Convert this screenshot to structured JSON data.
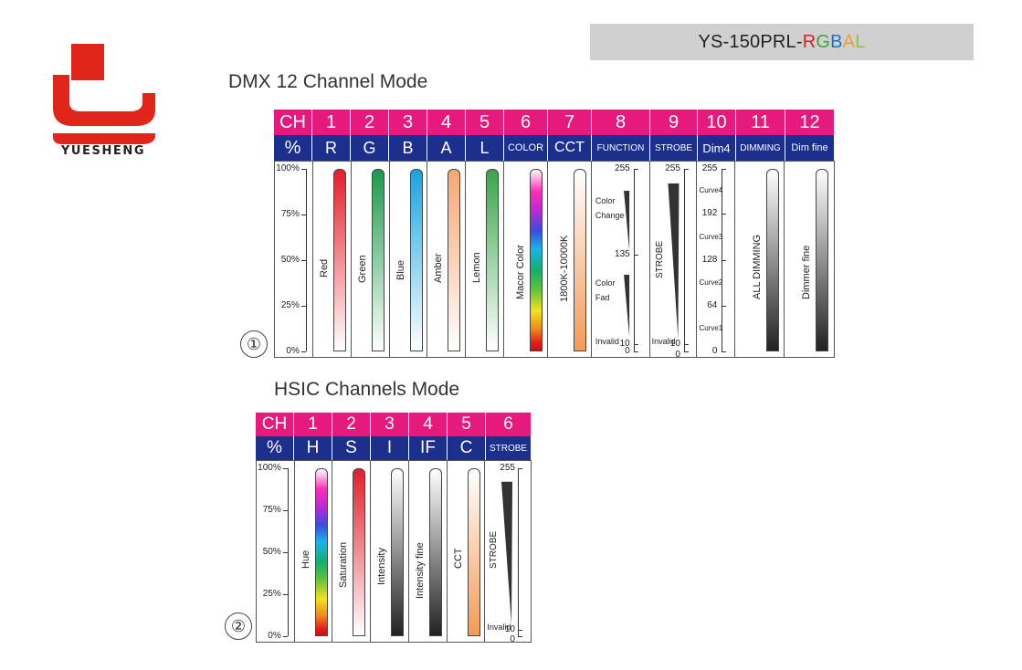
{
  "header": {
    "model_prefix": "YS-150PRL-",
    "model_letters": [
      {
        "char": "R",
        "color": "#e01b1b"
      },
      {
        "char": "G",
        "color": "#3aa935"
      },
      {
        "char": "B",
        "color": "#1e73c8"
      },
      {
        "char": "A",
        "color": "#f0a030"
      },
      {
        "char": "L",
        "color": "#8bc34a"
      }
    ]
  },
  "brand": {
    "name": "YUESHENG",
    "logo_color": "#e1251b"
  },
  "dmx12": {
    "title": "DMX 12 Channel Mode",
    "marker": "①",
    "ch_label": "CH",
    "pc_label": "%",
    "percent_scale": [
      "100%",
      "75%",
      "50%",
      "25%",
      "0%"
    ],
    "channels": [
      {
        "num": "1",
        "code": "R",
        "label": "Red",
        "type": "bar",
        "gradient": [
          "#e61e2a",
          "#ffffff"
        ]
      },
      {
        "num": "2",
        "code": "G",
        "label": "Green",
        "type": "bar",
        "gradient": [
          "#1a9a4a",
          "#ffffff"
        ]
      },
      {
        "num": "3",
        "code": "B",
        "label": "Blue",
        "type": "bar",
        "gradient": [
          "#1aa3e0",
          "#ffffff"
        ]
      },
      {
        "num": "4",
        "code": "A",
        "label": "Amber",
        "type": "bar",
        "gradient": [
          "#f5a673",
          "#ffffff"
        ]
      },
      {
        "num": "5",
        "code": "L",
        "label": "Lemon",
        "type": "bar",
        "gradient": [
          "#3aa54a",
          "#ffffff"
        ]
      },
      {
        "num": "6",
        "code": "COLOR",
        "label": "Macor Color",
        "type": "rainbow",
        "gradient": []
      },
      {
        "num": "7",
        "code": "CCT",
        "label": "1800K-10000K",
        "type": "bar",
        "gradient": [
          "#ffffff",
          "#f59a55"
        ]
      },
      {
        "num": "8",
        "code": "FUNCTION",
        "label": "",
        "type": "function",
        "scale": [
          "255",
          "135",
          "10",
          "0"
        ],
        "notes": [
          "Color",
          "Change",
          "Color",
          "Fad",
          "Invalid"
        ]
      },
      {
        "num": "9",
        "code": "STROBE",
        "label": "STROBE",
        "type": "strobe",
        "scale": [
          "255",
          "10",
          "0"
        ],
        "notes": [
          "Invalid"
        ]
      },
      {
        "num": "10",
        "code": "Dim4",
        "label": "",
        "type": "curves",
        "scale": [
          "255",
          "192",
          "128",
          "64",
          "0"
        ],
        "curves": [
          "Curve4",
          "Curve3",
          "Curve2",
          "Curve1"
        ]
      },
      {
        "num": "11",
        "code": "DIMMING",
        "label": "ALL DIMMING",
        "type": "bar",
        "gradient": [
          "#ffffff",
          "#222222"
        ]
      },
      {
        "num": "12",
        "code": "Dim fine",
        "label": "Dimmer fine",
        "type": "bar",
        "gradient": [
          "#ffffff",
          "#222222"
        ]
      }
    ]
  },
  "hsic": {
    "title": "HSIC  Channels Mode",
    "marker": "②",
    "ch_label": "CH",
    "pc_label": "%",
    "percent_scale": [
      "100%",
      "75%",
      "50%",
      "25%",
      "0%"
    ],
    "channels": [
      {
        "num": "1",
        "code": "H",
        "label": "Hue",
        "type": "rainbow",
        "gradient": []
      },
      {
        "num": "2",
        "code": "S",
        "label": "Saturation",
        "type": "bar",
        "gradient": [
          "#e0202a",
          "#ffffff"
        ]
      },
      {
        "num": "3",
        "code": "I",
        "label": "Intensity",
        "type": "bar",
        "gradient": [
          "#ffffff",
          "#222222"
        ]
      },
      {
        "num": "4",
        "code": "IF",
        "label": "Intensity fine",
        "type": "bar",
        "gradient": [
          "#ffffff",
          "#222222"
        ]
      },
      {
        "num": "5",
        "code": "C",
        "label": "CCT",
        "type": "bar",
        "gradient": [
          "#ffffff",
          "#f59a55"
        ]
      },
      {
        "num": "6",
        "code": "STROBE",
        "label": "STROBE",
        "type": "strobe",
        "scale": [
          "255",
          "10",
          "0"
        ],
        "notes": [
          "Invalid"
        ]
      }
    ]
  }
}
